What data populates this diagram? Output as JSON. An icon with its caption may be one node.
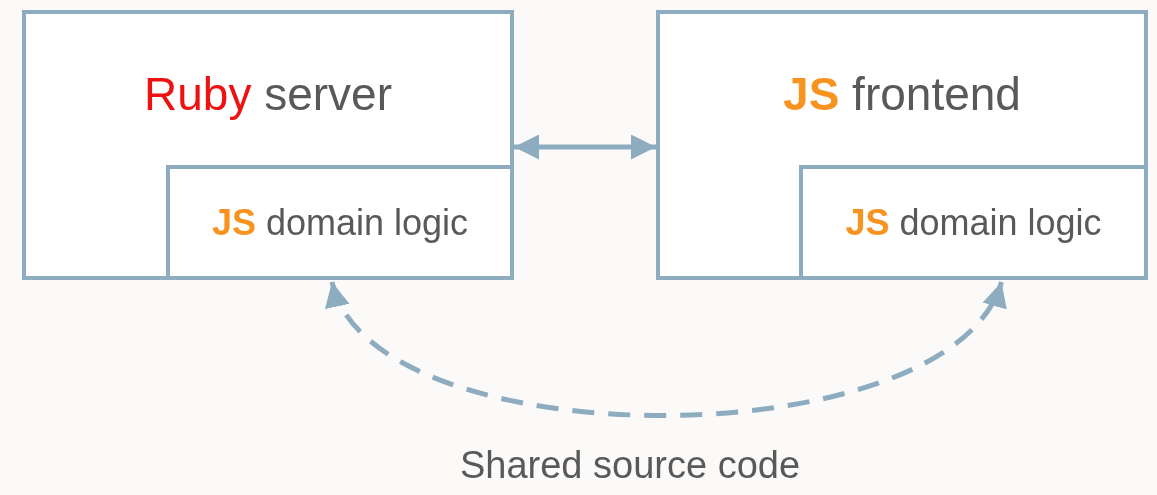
{
  "diagram": {
    "nodes": [
      {
        "text": [
          "Ruby server"
        ]
      },
      {
        "text": [
          "**JS** domain logic"
        ],
        "in": 0
      },
      {
        "text": [
          "**JS** frontend"
        ]
      },
      {
        "text": [
          "**JS** domain logic"
        ],
        "in": 2
      }
    ],
    "edges": [
      {
        "from": 0,
        "to": 2,
        "arrow": "both"
      },
      {
        "from": 1,
        "to": 3,
        "arrow": "both",
        "style": "dashed"
      }
    ],
    "labels": [
      "Shared source code"
    ]
  }
}
